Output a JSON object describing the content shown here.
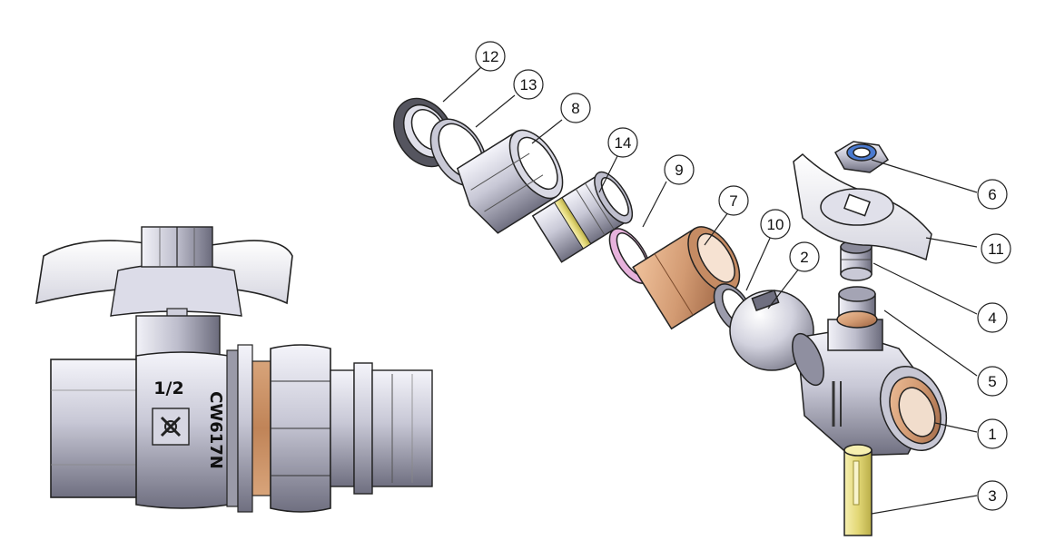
{
  "assembled_valve": {
    "size_marking": "1/2",
    "material_marking": "CW617N"
  },
  "callouts": [
    {
      "id": "12",
      "label": "12"
    },
    {
      "id": "13",
      "label": "13"
    },
    {
      "id": "8",
      "label": "8"
    },
    {
      "id": "14",
      "label": "14"
    },
    {
      "id": "9",
      "label": "9"
    },
    {
      "id": "7",
      "label": "7"
    },
    {
      "id": "10",
      "label": "10"
    },
    {
      "id": "2",
      "label": "2"
    },
    {
      "id": "6",
      "label": "6"
    },
    {
      "id": "11",
      "label": "11"
    },
    {
      "id": "4",
      "label": "4"
    },
    {
      "id": "5",
      "label": "5"
    },
    {
      "id": "1",
      "label": "1"
    },
    {
      "id": "3",
      "label": "3"
    }
  ],
  "colors": {
    "steel_light": "#e6e6f0",
    "steel_mid": "#b9b9c8",
    "steel_dark": "#7c7c8c",
    "copper": "#d29a72",
    "copper_dark": "#a86e48",
    "gasket_pink": "#e7b2dc",
    "gasket_yellow": "#e9df8e",
    "outline": "#222222"
  }
}
